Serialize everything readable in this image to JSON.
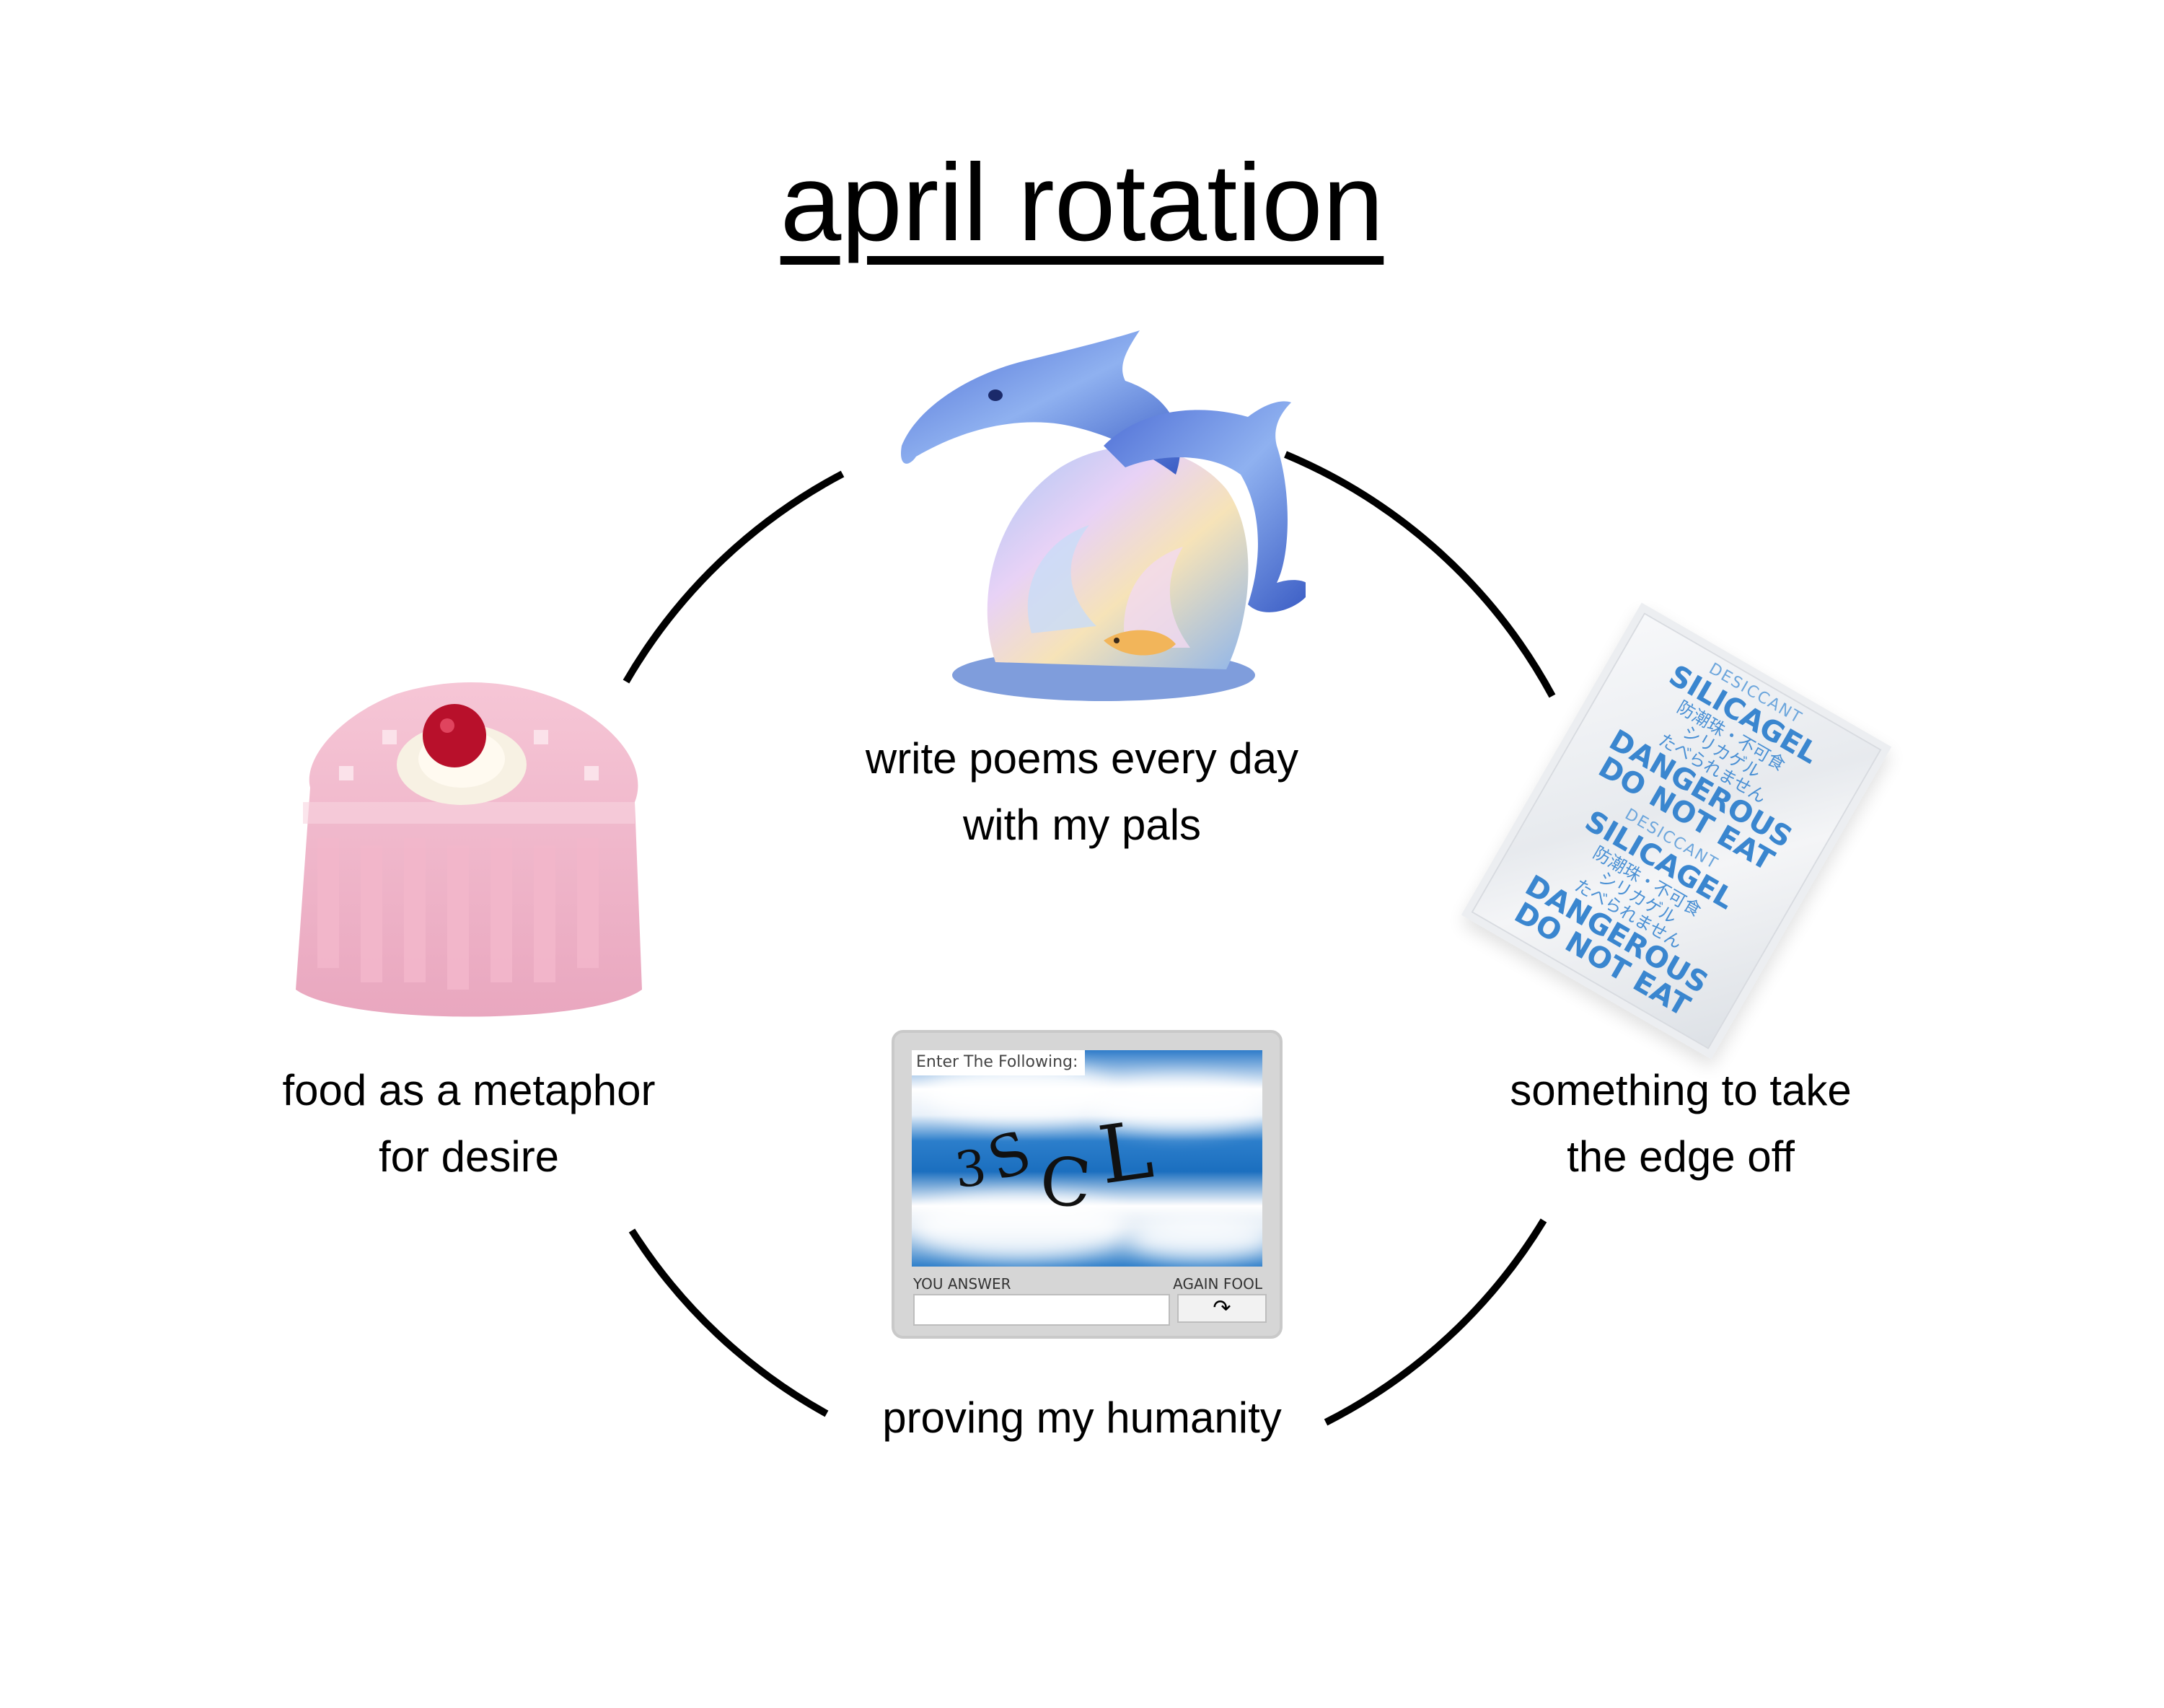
{
  "title": "april rotation",
  "items": {
    "top": {
      "label": "write poems every day\nwith my pals",
      "icon": "dolphin-figurine-icon"
    },
    "left": {
      "label": "food as a metaphor\nfor desire",
      "icon": "strawberry-cake-icon"
    },
    "right": {
      "label": "something to take\nthe edge off",
      "icon": "silica-gel-packet-icon"
    },
    "bottom": {
      "label": "proving my humanity",
      "icon": "captcha-icon"
    }
  },
  "captcha": {
    "prompt": "Enter The Following:",
    "characters": [
      "3",
      "S",
      "C",
      "L"
    ],
    "answer_label": "YOU ANSWER",
    "retry_label": "AGAIN FOOL",
    "retry_glyph": "↷"
  },
  "packet": {
    "desiccant": "DESICCANT",
    "silicagel": "SILICAGEL",
    "jp_line1": "防潮珠・不可食",
    "jp_line2": "シリカゲル",
    "jp_line3": "たべられません",
    "dangerous": "DANGEROUS",
    "do_not_eat": "DO NOT EAT"
  },
  "colors": {
    "line": "#000000",
    "cake_pink": "#f2b5c8",
    "cherry": "#c0142c",
    "dolphin_blue": "#5e86d8",
    "packet_blue": "#3a86cf",
    "captcha_sky": "#2c7ecb"
  }
}
